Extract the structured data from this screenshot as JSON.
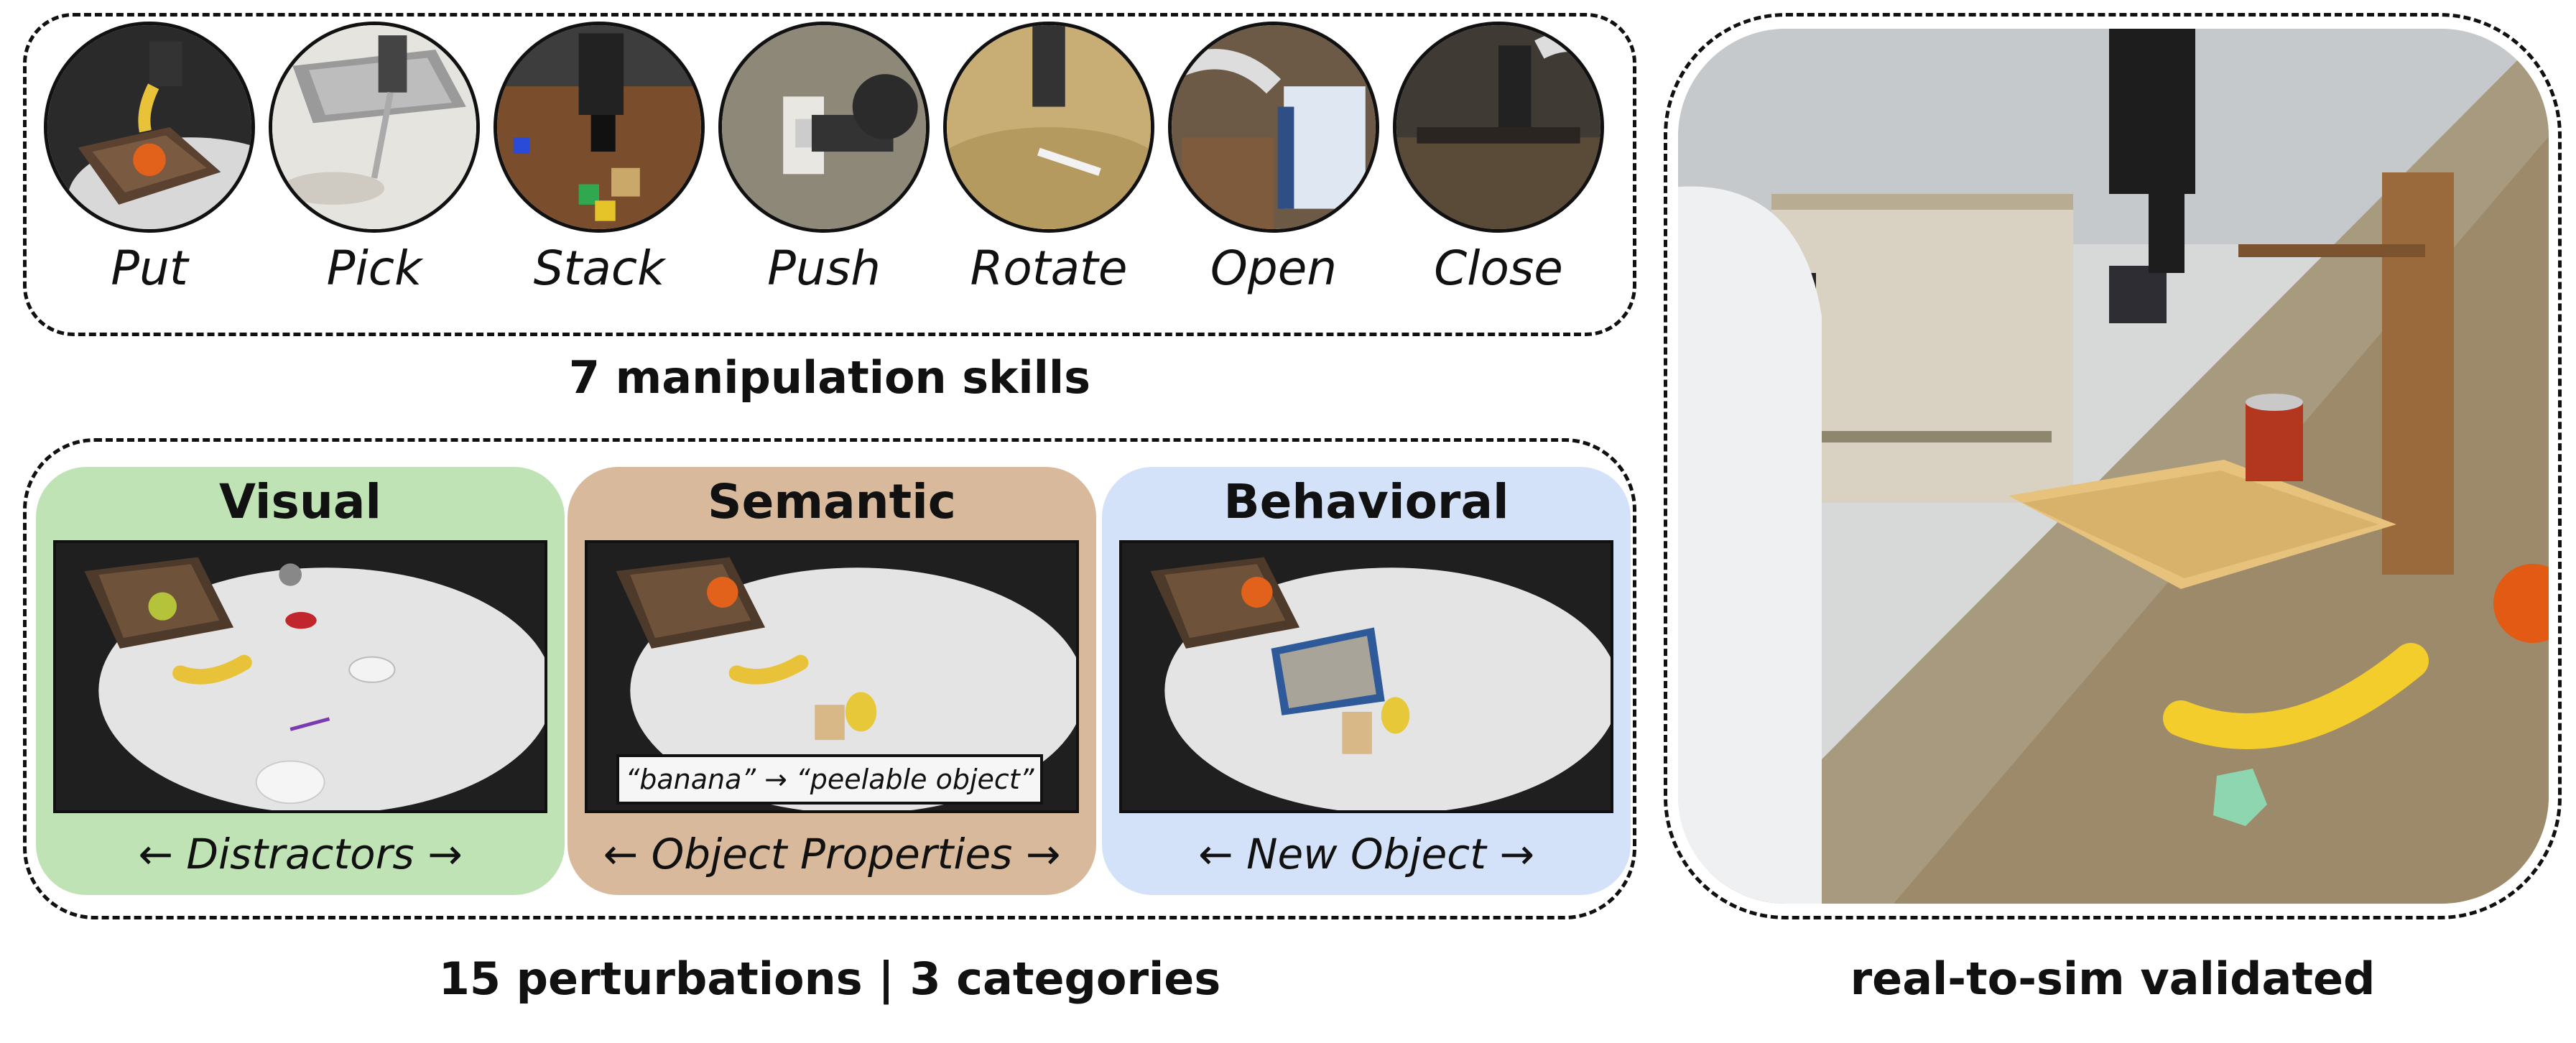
{
  "skills": {
    "items": [
      {
        "label": "Put"
      },
      {
        "label": "Pick"
      },
      {
        "label": "Stack"
      },
      {
        "label": "Push"
      },
      {
        "label": "Rotate"
      },
      {
        "label": "Open"
      },
      {
        "label": "Close"
      }
    ],
    "caption": "7 manipulation skills"
  },
  "perturbations": {
    "panels": [
      {
        "title": "Visual",
        "footer": "← Distractors →",
        "color": "#bfe3b4"
      },
      {
        "title": "Semantic",
        "footer": "← Object Properties →",
        "color": "#d9b99b",
        "note": "“banana” → “peelable object”"
      },
      {
        "title": "Behavioral",
        "footer": "← New Object →",
        "color": "#d3e2f8"
      }
    ],
    "caption": "15 perturbations | 3 categories"
  },
  "real_to_sim": {
    "caption": "real-to-sim validated"
  }
}
